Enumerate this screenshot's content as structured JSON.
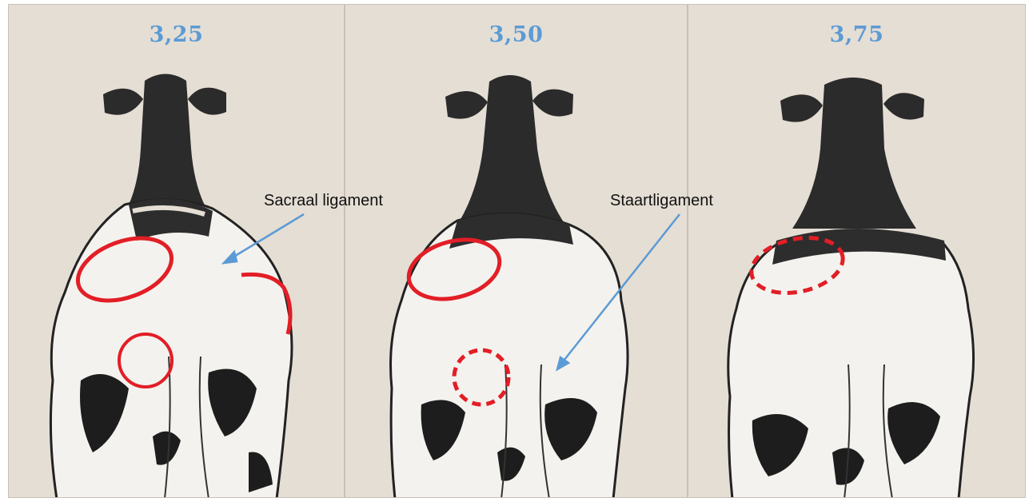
{
  "panels": [
    {
      "score": "3,25"
    },
    {
      "score": "3,50"
    },
    {
      "score": "3,75"
    }
  ],
  "annotations": {
    "sacral_ligament": "Sacraal ligament",
    "tail_ligament": "Staartligament"
  },
  "colors": {
    "background": "#e5ded4",
    "score_text": "#5b9bd5",
    "marker": "#e21e26",
    "arrow": "#5b9bd5"
  }
}
